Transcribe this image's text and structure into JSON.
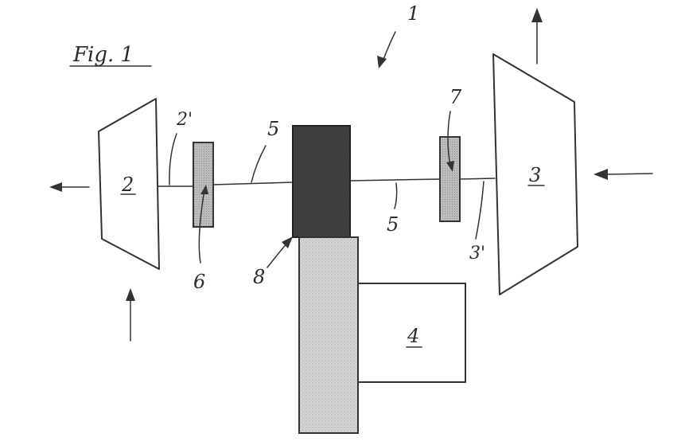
{
  "figure": {
    "title": "Fig. 1",
    "overall_ref": "1",
    "labels": {
      "compressor": "2",
      "compressor_shaft": "2'",
      "turbine": "3",
      "turbine_shaft": "3'",
      "box": "4",
      "shaft_left": "5",
      "shaft_right": "5",
      "coupling_left": "6",
      "coupling_right": "7",
      "unit": "8"
    }
  },
  "colors": {
    "ink": "#333333",
    "dark_fill": "#3a3a3a",
    "light_fill": "#cfcfcf",
    "gray_fill": "#b9b9b9"
  }
}
